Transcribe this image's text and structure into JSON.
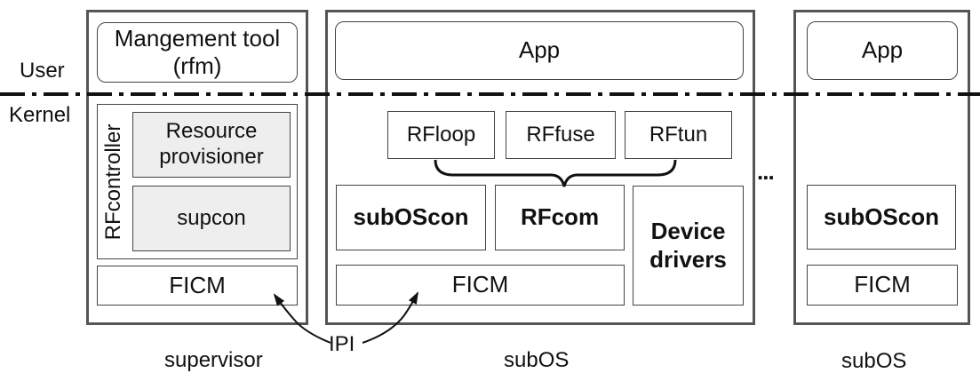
{
  "levels": {
    "user": "User",
    "kernel": "Kernel"
  },
  "supervisor": {
    "caption": "supervisor",
    "mgmt_tool": "Mangement tool (rfm)",
    "rfcontroller": "RFcontroller",
    "resource_provisioner": "Resource provisioner",
    "supcon": "supcon",
    "ficm": "FICM"
  },
  "subos_main": {
    "caption": "subOS",
    "app": "App",
    "rfloop": "RFloop",
    "rffuse": "RFfuse",
    "rftun": "RFtun",
    "subOScon": "subOScon",
    "rfcom": "RFcom",
    "device_drivers": "Device drivers",
    "ficm": "FICM"
  },
  "ellipsis": "...",
  "subos_right": {
    "caption": "subOS",
    "app": "App",
    "subOScon": "subOScon",
    "ficm": "FICM"
  },
  "ipi": "IPI"
}
